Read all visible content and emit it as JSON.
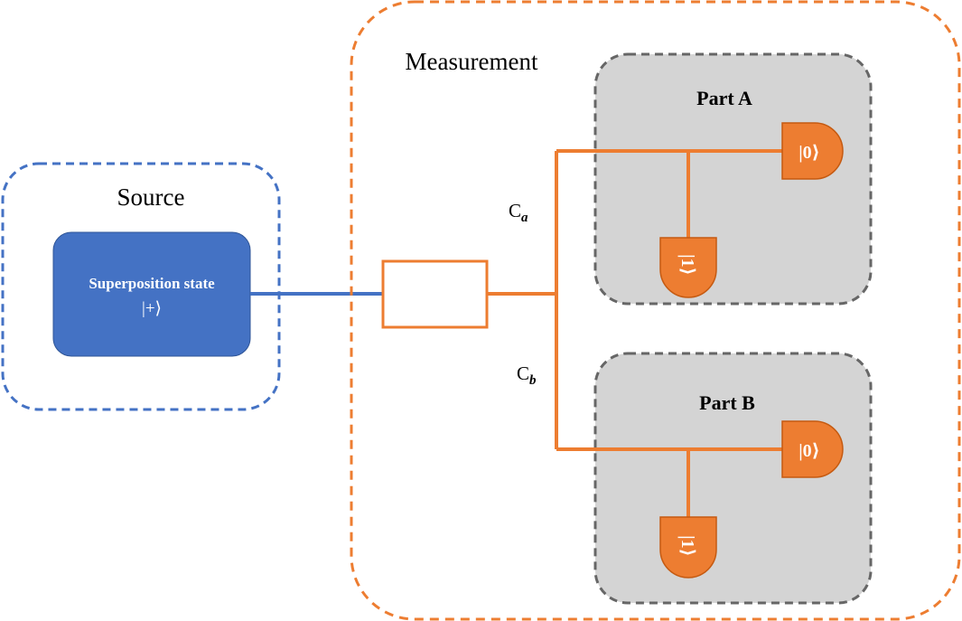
{
  "source": {
    "label": "Source",
    "state_box": {
      "title": "Superposition state",
      "ket": "|+⟩"
    }
  },
  "measurement": {
    "label": "Measurement",
    "channel_a": {
      "base": "C",
      "sub": "a"
    },
    "channel_b": {
      "base": "C",
      "sub": "b"
    },
    "part_a": {
      "label": "Part A",
      "detector_right": "|0⟩",
      "detector_bottom": "|1⟩"
    },
    "part_b": {
      "label": "Part B",
      "detector_right": "|0⟩",
      "detector_bottom": "|1⟩"
    }
  },
  "colors": {
    "source_border": "#4472c4",
    "state_fill": "#4472c4",
    "source_line": "#4472c4",
    "measurement_border": "#ed7d31",
    "wire": "#ed7d31",
    "detector_fill": "#ed7d31",
    "detector_border": "#c55a11",
    "part_fill": "#d4d4d4",
    "part_border": "#666666",
    "text": "#000000",
    "state_text": "#ffffff"
  }
}
